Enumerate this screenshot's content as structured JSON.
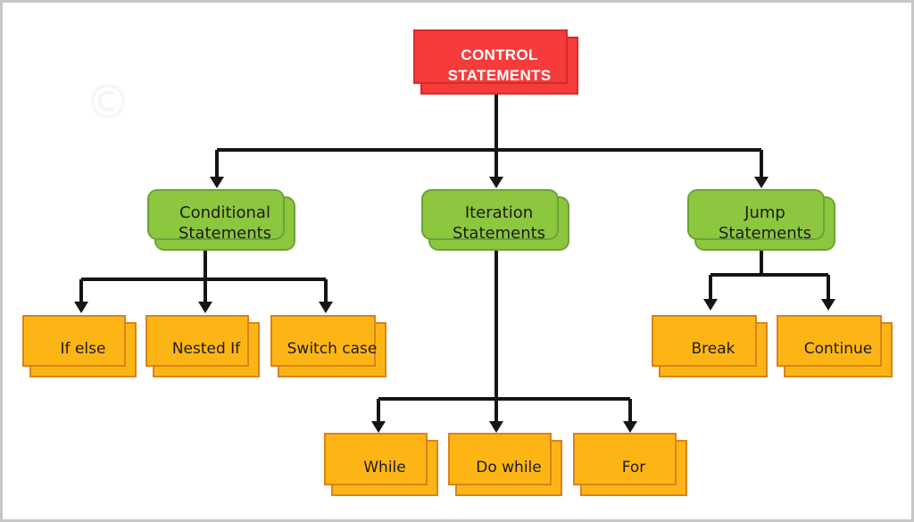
{
  "diagram": {
    "root": {
      "label": "CONTROL STATEMENTS"
    },
    "level1": [
      {
        "id": "conditional",
        "label": "Conditional Statements"
      },
      {
        "id": "iteration",
        "label": "Iteration Statements"
      },
      {
        "id": "jump",
        "label": "Jump Statements"
      }
    ],
    "conditional_children": [
      {
        "label": "If else"
      },
      {
        "label": "Nested If"
      },
      {
        "label": "Switch case"
      }
    ],
    "iteration_children": [
      {
        "label": "While"
      },
      {
        "label": "Do while"
      },
      {
        "label": "For"
      }
    ],
    "jump_children": [
      {
        "label": "Break"
      },
      {
        "label": "Continue"
      }
    ],
    "watermark": {
      "symbol": "©"
    },
    "colors": {
      "root_fill": "#f63b3b",
      "root_border": "#d42b2b",
      "root_text": "#ffffff",
      "branch_fill": "#8dc63f",
      "branch_border": "#6aa437",
      "leaf_fill": "#fdb515",
      "leaf_border": "#d9821a",
      "node_text": "#1c1c1c",
      "connector": "#151515",
      "frame": "#c7c7c7",
      "background": "#ffffff"
    }
  }
}
